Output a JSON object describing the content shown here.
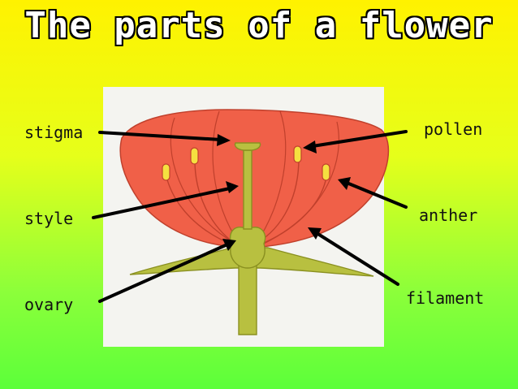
{
  "title": "The parts of a flower",
  "labels": {
    "stigma": "stigma",
    "style": "style",
    "ovary": "ovary",
    "pollen": "pollen",
    "anther": "anther",
    "filament": "filament"
  },
  "colors": {
    "petal": "#f06048",
    "petal_stroke": "#c0402c",
    "pistil": "#b8c040",
    "pistil_stroke": "#8a9020",
    "anther": "#f5e040",
    "arrow": "#000000"
  }
}
